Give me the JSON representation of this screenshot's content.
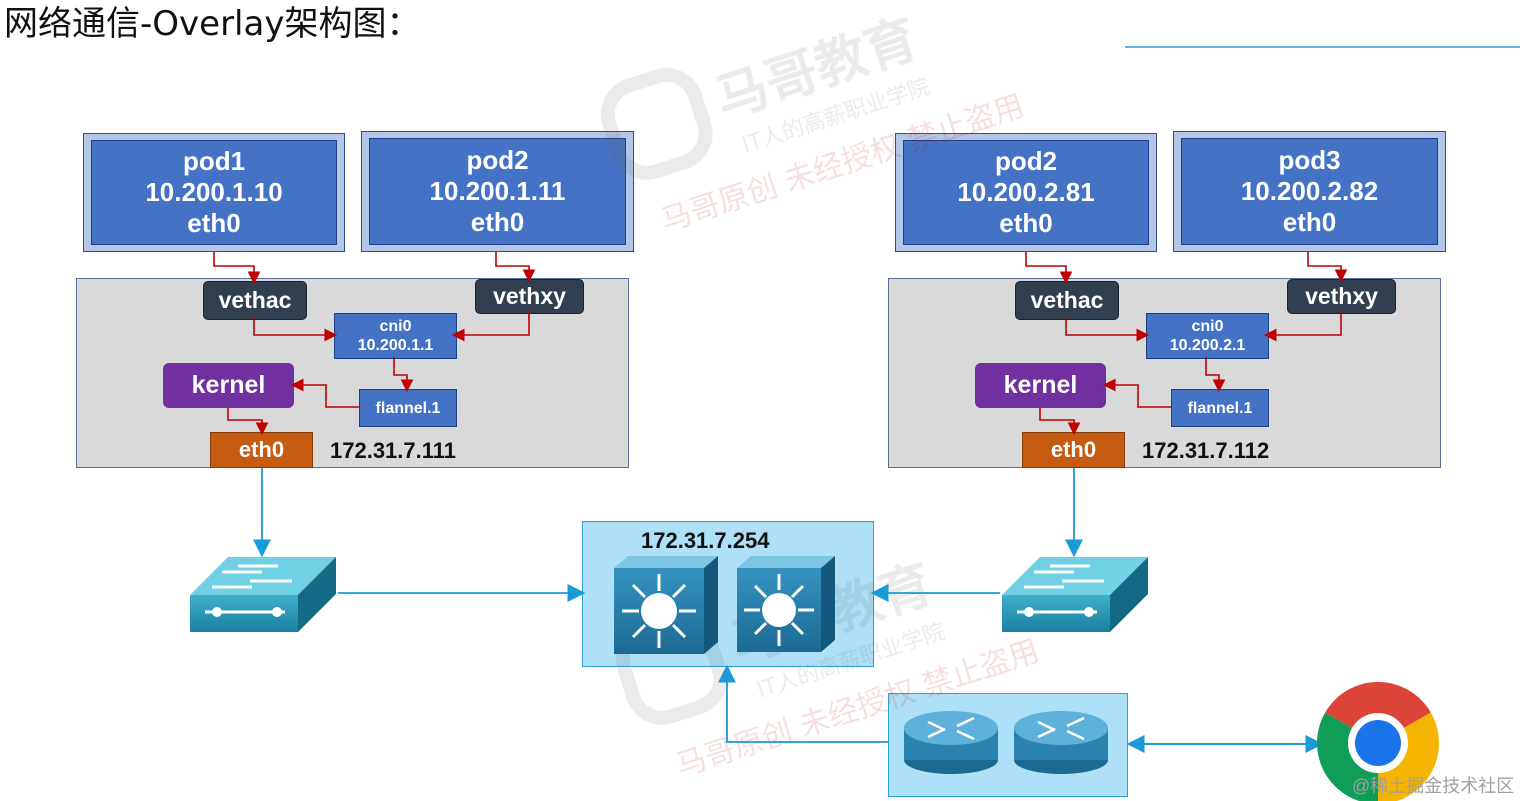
{
  "title": "网络通信-Overlay架构图：",
  "hosts": [
    {
      "pods": [
        {
          "name": "pod1",
          "ip": "10.200.1.10",
          "iface": "eth0"
        },
        {
          "name": "pod2",
          "ip": "10.200.1.11",
          "iface": "eth0"
        }
      ],
      "veth_left": "vethac",
      "veth_right": "vethxy",
      "cni_name": "cni0",
      "cni_ip": "10.200.1.1",
      "flannel": "flannel.1",
      "kernel": "kernel",
      "eth": "eth0",
      "host_ip": "172.31.7.111"
    },
    {
      "pods": [
        {
          "name": "pod2",
          "ip": "10.200.2.81",
          "iface": "eth0"
        },
        {
          "name": "pod3",
          "ip": "10.200.2.82",
          "iface": "eth0"
        }
      ],
      "veth_left": "vethac",
      "veth_right": "vethxy",
      "cni_name": "cni0",
      "cni_ip": "10.200.2.1",
      "flannel": "flannel.1",
      "kernel": "kernel",
      "eth": "eth0",
      "host_ip": "172.31.7.112"
    }
  ],
  "core_switch": {
    "ip": "172.31.7.254"
  },
  "icons": [
    "access-switch-icon",
    "core-switch-icon",
    "router-icon",
    "chrome-icon"
  ],
  "watermark_logo": {
    "brand": "马哥教育",
    "slogan": "IT人的高薪职业学院",
    "notice": "马哥原创 未经授权 禁止盗用"
  },
  "corner_watermark": "@稀土掘金技术社区",
  "colors": {
    "pod": "#4472c4",
    "veth": "#323f4f",
    "kernel": "#7030a0",
    "eth": "#c55a11",
    "link_red": "#c00000",
    "link_blue": "#1a9ad6"
  }
}
